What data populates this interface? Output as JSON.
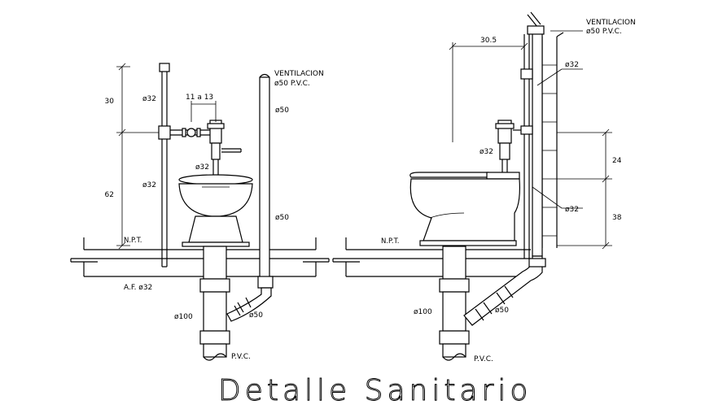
{
  "title": "Detalle Sanitario",
  "left_view": {
    "ventilacion": "VENTILACION",
    "ventilacion_size": "ø50 P.V.C.",
    "dim_30": "30",
    "dim_62": "62",
    "dim_11a13": "11 a 13",
    "d32_top": "ø32",
    "d32_mid": "ø32",
    "d32_bowl": "ø32",
    "d50_upper": "ø50",
    "d50_lower": "ø50",
    "npt": "N.P.T.",
    "af": "A.F. ø32",
    "d100": "ø100",
    "d50_drain": "ø50",
    "pvc": "P.V.C."
  },
  "right_view": {
    "ventilacion": "VENTILACION",
    "ventilacion_size": "ø50 P.V.C.",
    "dim_305": "30.5",
    "d32_top": "ø32",
    "d32_valve": "ø32",
    "d32_lower": "ø32",
    "dim_24": "24",
    "dim_38": "38",
    "npt": "N.P.T.",
    "d100": "ø100",
    "d50": "ø50",
    "pvc": "P.V.C."
  }
}
